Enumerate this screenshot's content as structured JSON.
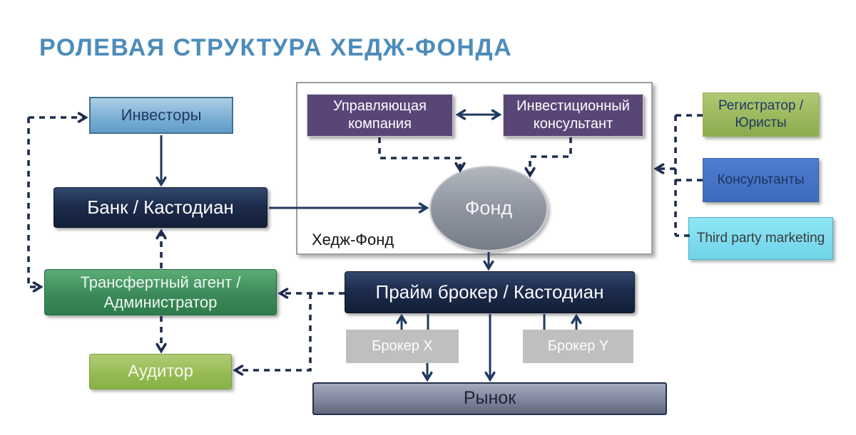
{
  "title": "РОЛЕВАЯ СТРУКТУРА ХЕДЖ-ФОНДА",
  "group": {
    "hedge_fund_label": "Хедж-Фонд"
  },
  "nodes": {
    "investors": "Инвесторы",
    "bank_custodian": "Банк / Кастодиан",
    "management_company": "Управляющая компания",
    "investment_consultant": "Инвестиционный консультант",
    "fund": "Фонд",
    "registrar_lawyers": "Регистратор / Юристы",
    "consultants": "Консультанты",
    "third_party_marketing": "Third party marketing",
    "transfer_agent_administrator": "Трансфертный агент / Администратор",
    "auditor": "Аудитор",
    "prime_broker_custodian": "Прайм брокер / Кастодиан",
    "broker_x": "Брокер X",
    "broker_y": "Брокер Y",
    "market": "Рынок"
  },
  "colors": {
    "title_accent": "#4d8cba",
    "navy_box": "#1c2b4a",
    "light_blue_box": "#7fb2d6",
    "purple_box": "#594677",
    "fund_gray": "#8b919c",
    "green_box": "#3d8a59",
    "light_green_box": "#95ba53",
    "olive_green_box": "#93b257",
    "blue_box": "#4472c4",
    "cyan_box": "#7fdff0",
    "broker_gray": "#bfbfbf",
    "market_slate": "#7c8298",
    "connector": "#1d2c4e"
  }
}
